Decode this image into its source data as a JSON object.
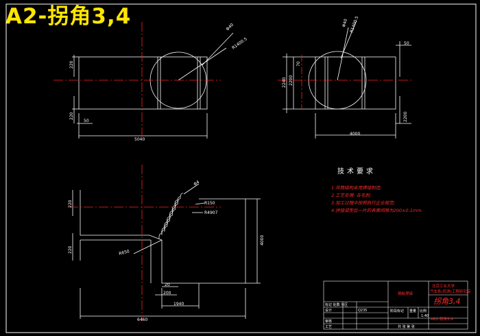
{
  "title": "A2-拐角3,4",
  "views": {
    "front": {
      "dims": {
        "left_top": "220",
        "left_bottom": "220",
        "small": "50",
        "bottom": "5040",
        "diameter": "Φ40",
        "radius": "R1400.5"
      }
    },
    "side": {
      "dims": {
        "d1": "Φ40",
        "d2": "R1400.5",
        "left_h1": "2240",
        "left_h2": "2200",
        "left_h3": "70",
        "right_top": "50",
        "right_bottom": "2200",
        "bottom": "4000"
      }
    },
    "section": {
      "dims": {
        "left_top": "220",
        "left_bottom": "220",
        "right_height": "4000",
        "bottom_total": "6460",
        "bottom_mid": "1940",
        "small_a": "200",
        "small_b": "20",
        "angle_label": "Φ4",
        "r1": "R150",
        "r2": "R4907",
        "r3": "R650"
      }
    }
  },
  "tech_requirements": {
    "title": "技术要求",
    "items": [
      "1.风筒结构采用焊接制造;",
      "2.工艺处理: 去毛刺;",
      "3.加工过程中按照执行企业规范;",
      "4.拼接成型后一片的表面间隙为200±0.1mm."
    ]
  },
  "title_block": {
    "company_line1": "北京工业大学",
    "company_line2": "汽车系(风洞)工程研究院",
    "drawing_name": "拐角3,4",
    "stamp": "钢板焊接",
    "rows": [
      "标记 处数 分区",
      "设计",
      "审核",
      "工艺"
    ],
    "cols": [
      "阶段标记",
      "重量",
      "比例"
    ],
    "scale": "1:40",
    "code": "AB2-拐角3,4",
    "sheet": "共 张 第 张",
    "material": "Q235"
  }
}
